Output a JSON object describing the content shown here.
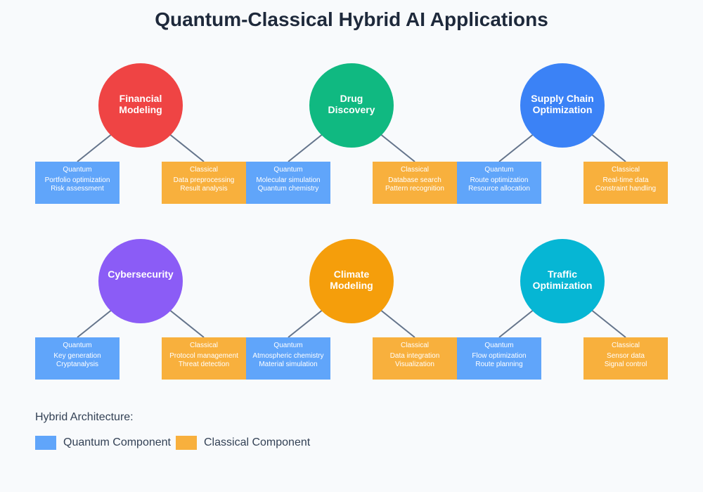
{
  "title": "Quantum-Classical Hybrid AI Applications",
  "colors": {
    "quantum": "#60a5fa",
    "classical": "#f8b03d",
    "connector": "#64748b"
  },
  "applications": [
    {
      "name": "Financial\nModeling",
      "color": "#ef4444",
      "quantum": {
        "label": "Quantum",
        "items": [
          "Portfolio optimization",
          "Risk assessment"
        ]
      },
      "classical": {
        "label": "Classical",
        "items": [
          "Data preprocessing",
          "Result analysis"
        ]
      }
    },
    {
      "name": "Drug\nDiscovery",
      "color": "#10b981",
      "quantum": {
        "label": "Quantum",
        "items": [
          "Molecular simulation",
          "Quantum chemistry"
        ]
      },
      "classical": {
        "label": "Classical",
        "items": [
          "Database search",
          "Pattern recognition"
        ]
      }
    },
    {
      "name": "Supply Chain\nOptimization",
      "color": "#3b82f6",
      "quantum": {
        "label": "Quantum",
        "items": [
          "Route optimization",
          "Resource allocation"
        ]
      },
      "classical": {
        "label": "Classical",
        "items": [
          "Real-time data",
          "Constraint handling"
        ]
      }
    },
    {
      "name": "Cybersecurity",
      "color": "#8b5cf6",
      "quantum": {
        "label": "Quantum",
        "items": [
          "Key generation",
          "Cryptanalysis"
        ]
      },
      "classical": {
        "label": "Classical",
        "items": [
          "Protocol management",
          "Threat detection"
        ]
      }
    },
    {
      "name": "Climate\nModeling",
      "color": "#f59e0b",
      "quantum": {
        "label": "Quantum",
        "items": [
          "Atmospheric chemistry",
          "Material simulation"
        ]
      },
      "classical": {
        "label": "Classical",
        "items": [
          "Data integration",
          "Visualization"
        ]
      }
    },
    {
      "name": "Traffic\nOptimization",
      "color": "#06b6d4",
      "quantum": {
        "label": "Quantum",
        "items": [
          "Flow optimization",
          "Route planning"
        ]
      },
      "classical": {
        "label": "Classical",
        "items": [
          "Sensor data",
          "Signal control"
        ]
      }
    }
  ],
  "legend": {
    "title": "Hybrid Architecture:",
    "quantum_label": "Quantum Component",
    "classical_label": "Classical Component"
  }
}
